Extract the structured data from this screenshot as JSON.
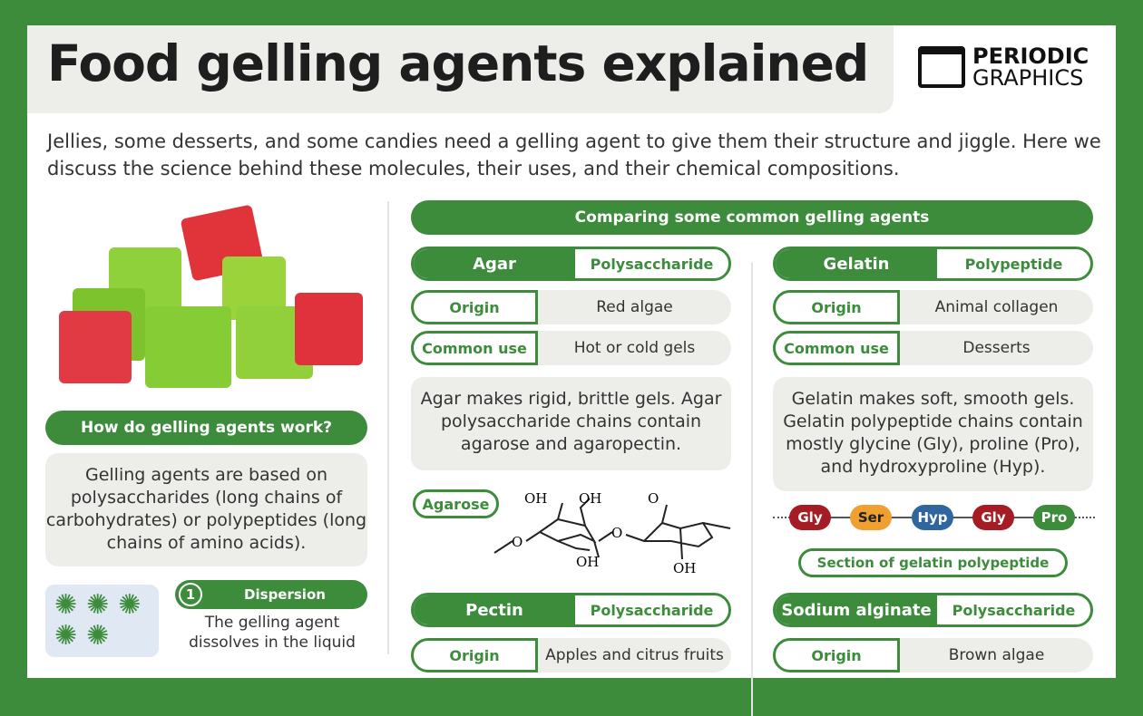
{
  "title": "Food gelling agents explained",
  "logo": {
    "line1": "PERIODIC",
    "line2": "GRAPHICS"
  },
  "intro": "Jellies, some desserts, and some candies need a gelling agent to give them their structure and jiggle. Here we discuss the science behind these molecules, their uses, and their chemical compositions.",
  "left": {
    "how_title": "How do gelling agents work?",
    "how_text": "Gelling agents are based on polysaccharides (long chains of carbohydrates) or polypeptides (long chains of amino acids).",
    "step": {
      "number": "1",
      "title": "Dispersion",
      "text": "The gelling agent dissolves in the liquid"
    }
  },
  "compare_title": "Comparing some common gelling agents",
  "labels": {
    "origin": "Origin",
    "common_use": "Common use"
  },
  "agents": [
    {
      "name": "Agar",
      "type": "Polysaccharide",
      "origin": "Red algae",
      "use": "Hot or cold gels",
      "desc": "Agar makes rigid, brittle gels. Agar polysaccharide chains contain agarose and agaropectin."
    },
    {
      "name": "Gelatin",
      "type": "Polypeptide",
      "origin": "Animal collagen",
      "use": "Desserts",
      "desc": "Gelatin makes soft, smooth gels. Gelatin polypeptide chains contain mostly glycine (Gly), proline (Pro), and hydroxyproline (Hyp)."
    },
    {
      "name": "Pectin",
      "type": "Polysaccharide",
      "origin": "Apples and citrus fruits"
    },
    {
      "name": "Sodium alginate",
      "type": "Polysaccharide",
      "origin": "Brown algae"
    }
  ],
  "agarose": {
    "label": "Agarose",
    "oh": "OH",
    "o": "O"
  },
  "gelatin_chain": {
    "residues": [
      {
        "name": "Gly",
        "color": "#a51c24"
      },
      {
        "name": "Ser",
        "color": "#f0a030"
      },
      {
        "name": "Hyp",
        "color": "#2f66a0"
      },
      {
        "name": "Gly",
        "color": "#a51c24"
      },
      {
        "name": "Pro",
        "color": "#3c8c3c"
      }
    ],
    "caption": "Section of gelatin polypeptide"
  },
  "colors": {
    "brand_green": "#3c8c3c",
    "panel_grey": "#ededea"
  }
}
